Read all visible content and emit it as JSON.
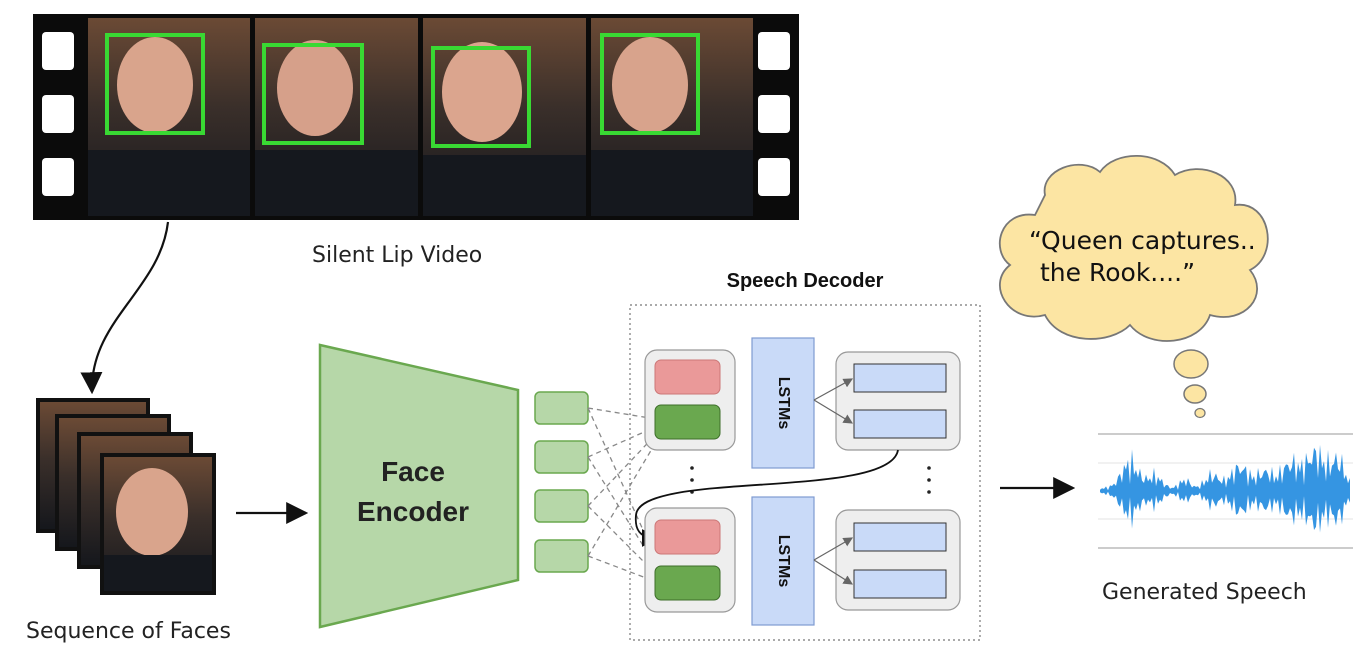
{
  "labels": {
    "silent_video": "Silent Lip Video",
    "sequence_faces": "Sequence of Faces",
    "face_encoder_line1": "Face",
    "face_encoder_line2": "Encoder",
    "speech_decoder": "Speech Decoder",
    "lstm_top": "LSTMs",
    "lstm_bottom": "LSTMs",
    "generated_speech": "Generated Speech",
    "thought_line1": "“Queen captures..",
    "thought_line2": "the Rook....”"
  },
  "colors": {
    "face_box": "#39d933",
    "encoder_fill": "#b6d7a8",
    "encoder_stroke": "#6aa84f",
    "embedding_fill": "#b6d7a8",
    "red_cell": "#ea9999",
    "green_cell": "#6aa84f",
    "lstm_fill": "#c9daf8",
    "output_cell": "#c9daf8",
    "cloud_fill": "#fce5a3",
    "waveform": "#2a8fe0"
  },
  "icons": {
    "film_strip": "film-strip-icon",
    "face_frame": "face-frame-icon",
    "thought_cloud": "thought-cloud-icon",
    "waveform": "waveform-icon"
  }
}
